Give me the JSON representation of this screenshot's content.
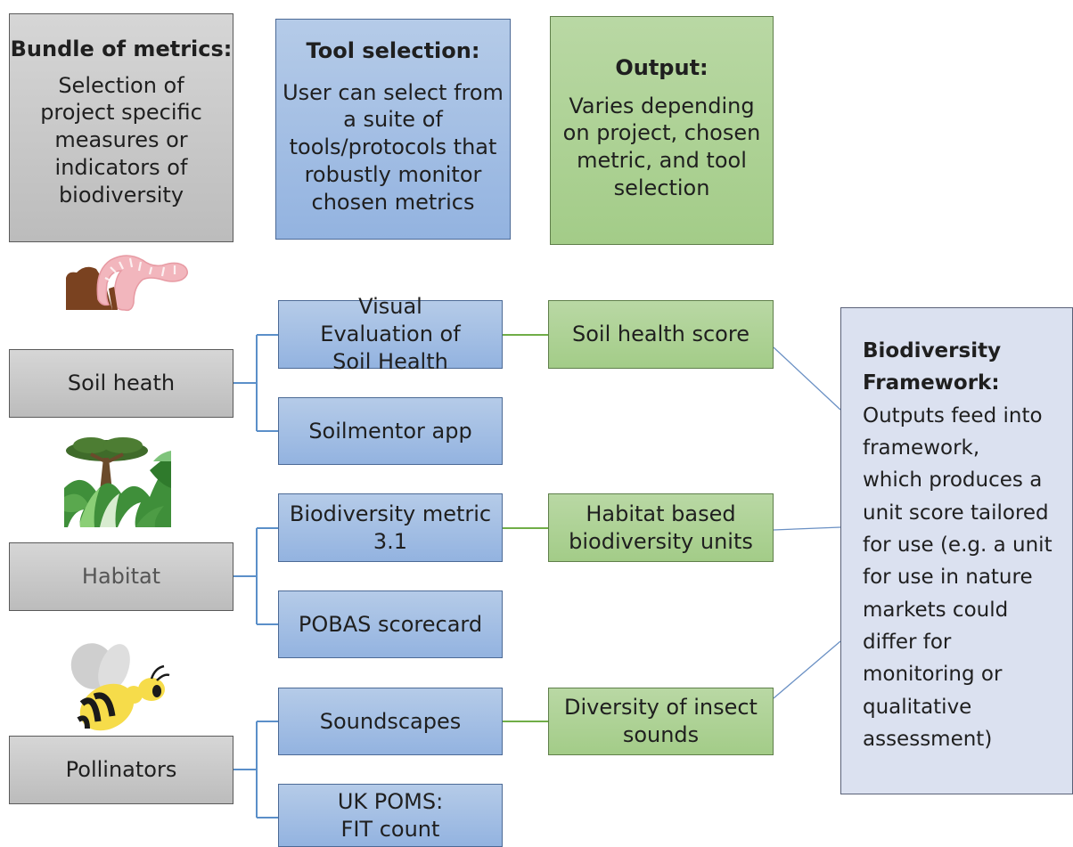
{
  "columns": {
    "metrics": {
      "title": "Bundle of metrics:",
      "text": "Selection of project specific measures or indicators of biodiversity"
    },
    "tools": {
      "title": "Tool selection:",
      "text": "User can select from a suite of tools/protocols that robustly monitor chosen metrics"
    },
    "output": {
      "title": "Output:",
      "text": "Varies depending on project, chosen metric, and tool selection"
    }
  },
  "categories": [
    {
      "label": "Soil heath",
      "icon": "earthworm-icon",
      "tools": [
        "Visual Evaluation of Soil Health",
        "Soilmentor app"
      ],
      "output": "Soil health score"
    },
    {
      "label": "Habitat",
      "icon": "habitat-tree-icon",
      "tools": [
        "Biodiversity metric 3.1",
        "POBAS scorecard"
      ],
      "output": "Habitat based biodiversity units"
    },
    {
      "label": "Pollinators",
      "icon": "bee-icon",
      "tools": [
        "Soundscapes",
        "UK POMS: FIT count"
      ],
      "output": "Diversity of insect sounds"
    }
  ],
  "framework": {
    "title": "Biodiversity Framework:",
    "text": "Outputs feed into\nframework,\nwhich produces a\nunit score tailored\nfor use (e.g. a unit\nfor use in nature\nmarkets could\ndiffer for\nmonitoring or\nqualitative\nassessment)"
  },
  "colors": {
    "grey": "#c4c4c4",
    "blue": "#9dbbe3",
    "green": "#a9d08e",
    "lavender": "#dbe1f0",
    "connector_blue": "#5b8fc9",
    "connector_green": "#70ad47"
  }
}
